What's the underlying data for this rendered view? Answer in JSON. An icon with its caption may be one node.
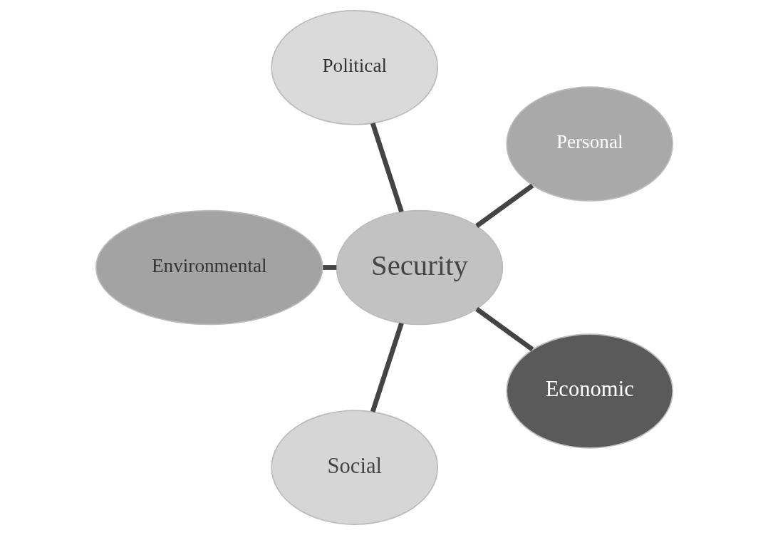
{
  "diagram": {
    "nodes": [
      {
        "text": [
          "Personal"
        ]
      },
      {
        "text": [
          "Political"
        ]
      },
      {
        "text": [
          "Environmental"
        ]
      },
      {
        "text": [
          "Security"
        ]
      },
      {
        "text": [
          "Social"
        ]
      },
      {
        "text": [
          "Economic"
        ]
      }
    ],
    "edges": [
      {
        "from": 3,
        "to": 0,
        "arrow": "none"
      },
      {
        "from": 3,
        "to": 1,
        "arrow": "none"
      },
      {
        "from": 3,
        "to": 2,
        "arrow": "none"
      },
      {
        "from": 3,
        "to": 4,
        "arrow": "none"
      },
      {
        "from": 3,
        "to": 5,
        "arrow": "none"
      }
    ]
  }
}
